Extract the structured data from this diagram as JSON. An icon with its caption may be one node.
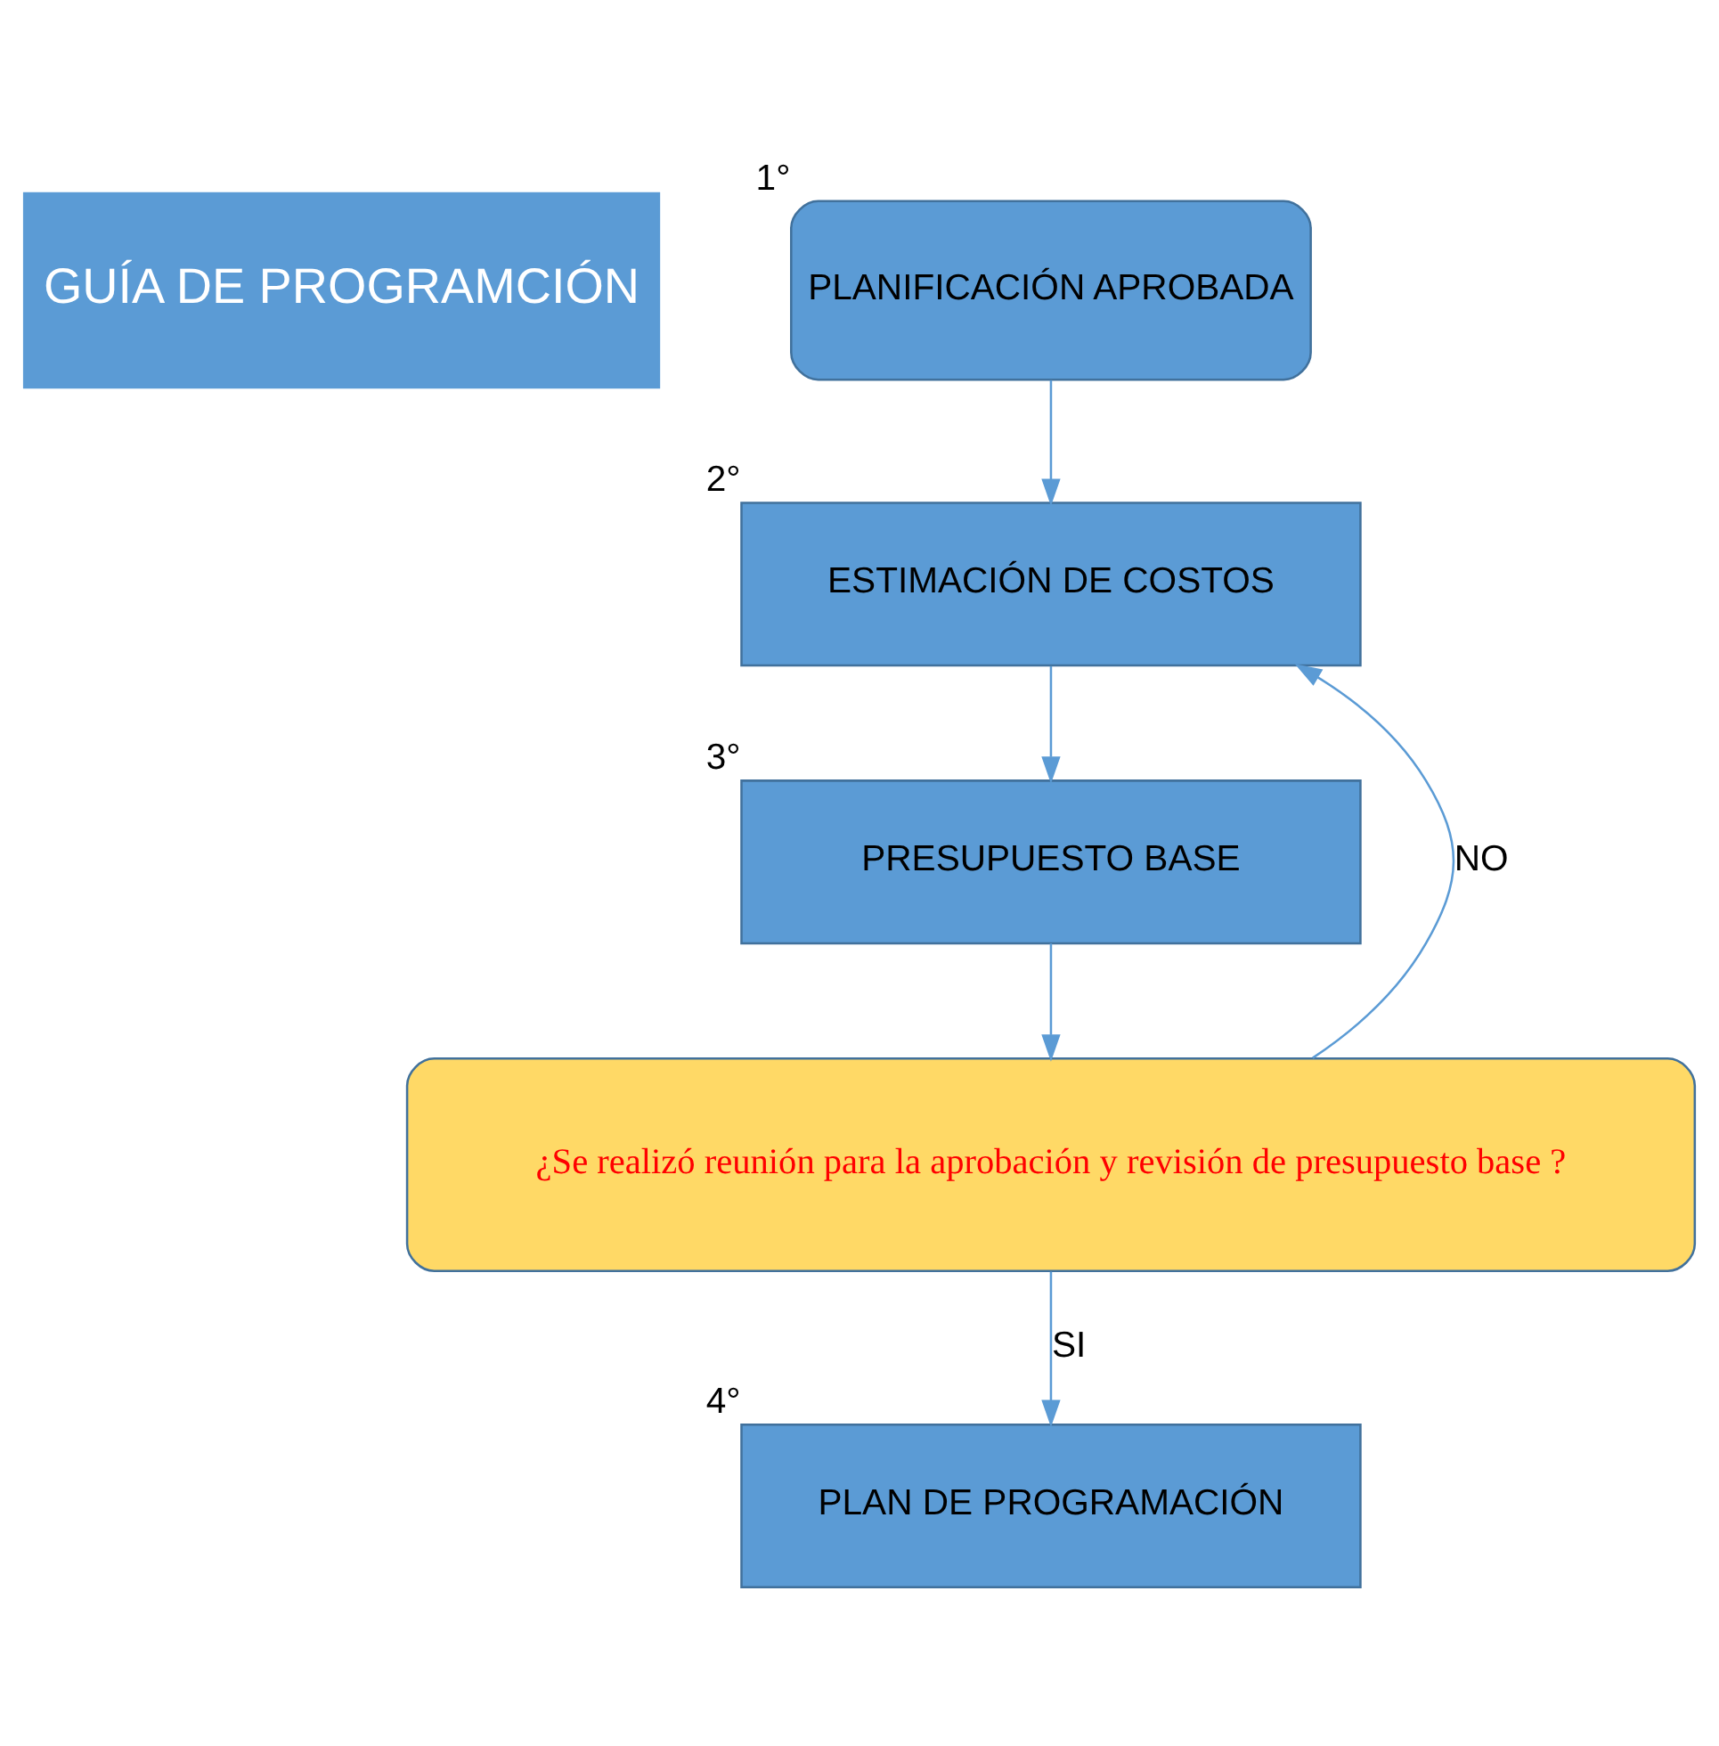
{
  "diagram": {
    "nodes": [
      {
        "text": [
          "GUÍA DE PROGRAMCIÓN"
        ]
      },
      {
        "text": [
          "PLANIFICACIÓN APROBADA"
        ],
        "beside": [
          "1°"
        ]
      },
      {
        "text": [
          "ESTIMACIÓN DE COSTOS"
        ],
        "beside": [
          "2°"
        ]
      },
      {
        "text": [
          "PRESUPUESTO BASE"
        ],
        "beside": [
          "3°"
        ]
      },
      {
        "text": [
          "¿Se realizó reunión para la aprobación y revisión de presupuesto base ?"
        ]
      },
      {
        "text": [
          "PLAN DE PROGRAMACIÓN"
        ],
        "beside": [
          "4°"
        ]
      }
    ],
    "edges": [
      {
        "from": 1,
        "to": 2,
        "arrow": "to"
      },
      {
        "from": 2,
        "to": 3,
        "arrow": "to"
      },
      {
        "from": 3,
        "to": 4,
        "arrow": "to"
      },
      {
        "from": 4,
        "to": 2,
        "arrow": "to",
        "label": "NO"
      },
      {
        "from": 4,
        "to": 5,
        "arrow": "to",
        "label": "SI"
      }
    ]
  }
}
